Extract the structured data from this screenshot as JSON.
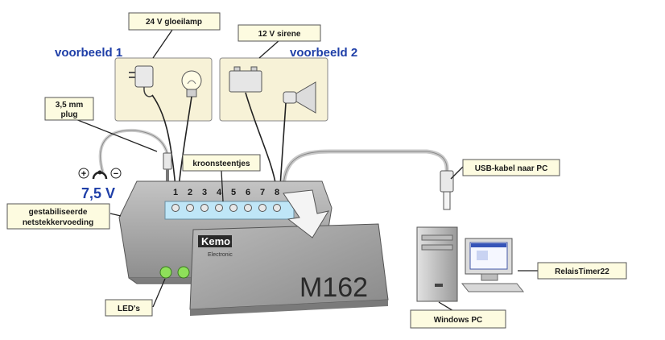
{
  "labels": {
    "lamp": "24 V gloeilamp",
    "siren": "12 V sirene",
    "example1": "voorbeeld 1",
    "example2": "voorbeeld 2",
    "plug_line1": "3,5 mm",
    "plug_line2": "plug",
    "terminals": "kroonsteentjes",
    "usb": "USB-kabel naar PC",
    "voltage": "7,5 V",
    "psu_line1": "gestabiliseerde",
    "psu_line2": "netstekkervoeding",
    "software": "RelaisTimer22",
    "pc": "Windows PC",
    "leds": "LED's",
    "brand": "Kemo",
    "brand_sub": "Electronic",
    "model": "M162",
    "plus": "+",
    "minus": "−"
  },
  "terminal_numbers": [
    "1",
    "2",
    "3",
    "4",
    "5",
    "6",
    "7",
    "8"
  ],
  "colors": {
    "accent_blue": "#1f3fa8",
    "label_bg": "#fdfbe0",
    "device_gray": "#a9a9a9",
    "terminal_blue": "#bfe6f7",
    "led_green": "#8ee05a"
  }
}
